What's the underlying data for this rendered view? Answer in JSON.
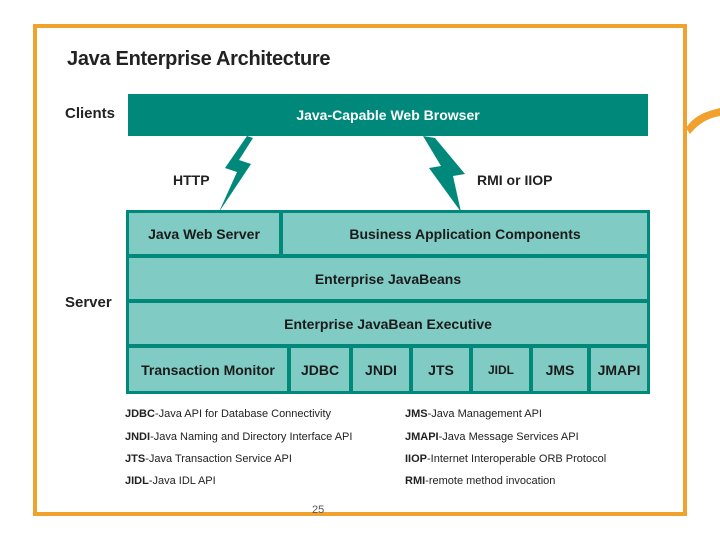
{
  "title": "Java Enterprise Architecture",
  "labels": {
    "clients": "Clients",
    "server": "Server"
  },
  "browser": "Java-Capable Web Browser",
  "protocols": {
    "left": "HTTP",
    "right": "RMI or IIOP"
  },
  "server_rows": {
    "row1": [
      "Java Web Server",
      "Business Application Components"
    ],
    "row2": "Enterprise JavaBeans",
    "row3": "Enterprise JavaBean Executive",
    "row4": [
      "Transaction Monitor",
      "JDBC",
      "JNDI",
      "JTS",
      "JIDL",
      "JMS",
      "JMAPI"
    ]
  },
  "legend": [
    {
      "abbr": "JDBC",
      "desc": "-Java API for Database Connectivity"
    },
    {
      "abbr": "JNDI",
      "desc": "-Java Naming and Directory Interface API"
    },
    {
      "abbr": "JTS",
      "desc": "-Java Transaction Service API"
    },
    {
      "abbr": "JIDL",
      "desc": "-Java IDL API"
    },
    {
      "abbr": "JMS",
      "desc": "-Java Management API"
    },
    {
      "abbr": "JMAPI",
      "desc": "-Java Message Services API"
    },
    {
      "abbr": "IIOP",
      "desc": "-Internet Interoperable ORB Protocol"
    },
    {
      "abbr": "RMI",
      "desc": "-remote method invocation"
    }
  ],
  "page_number": "25",
  "colors": {
    "frame": "#f0a12e",
    "browser": "#00897b",
    "cells": "#80cbc4",
    "bolt": "#00897b"
  }
}
